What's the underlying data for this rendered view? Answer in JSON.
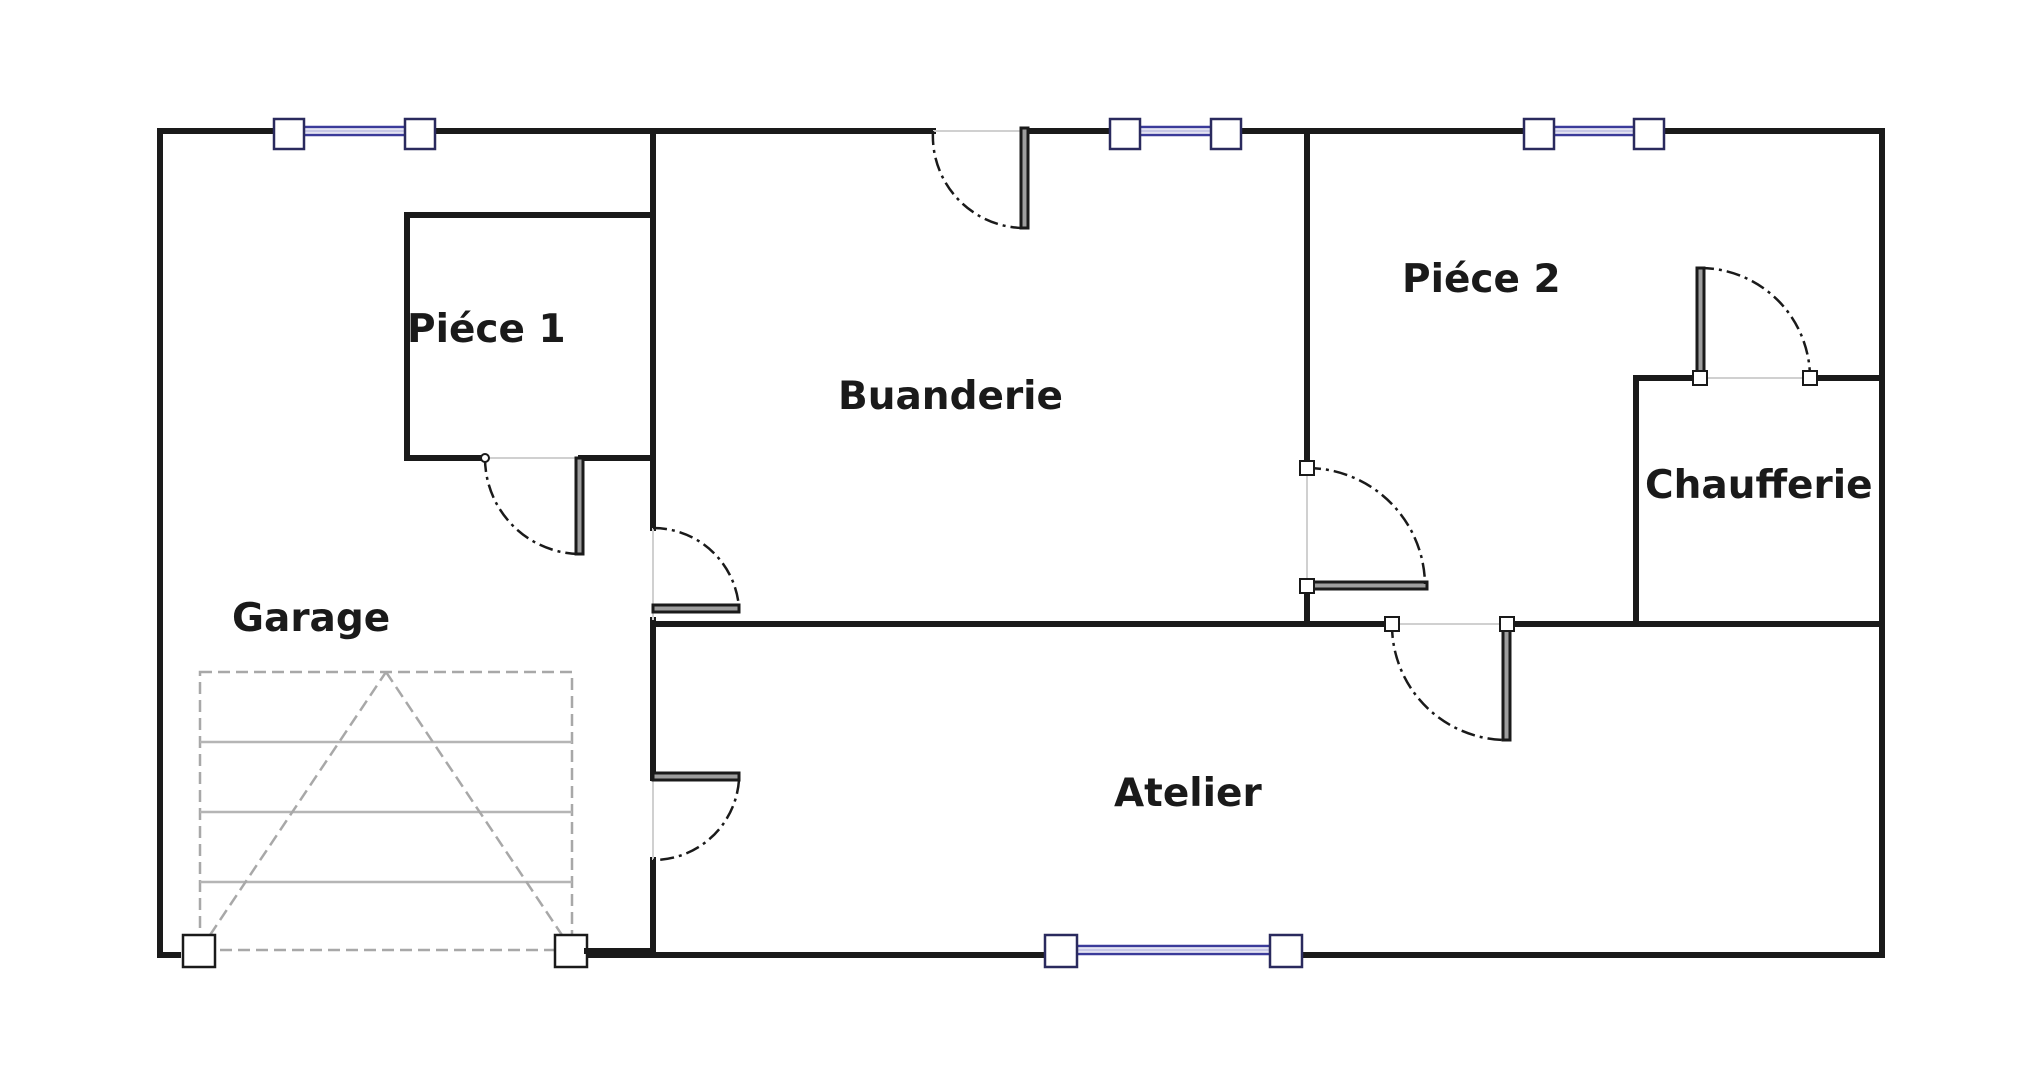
{
  "floor_plan": {
    "rooms": {
      "piece1": "Piéce 1",
      "buanderie": "Buanderie",
      "piece2": "Piéce 2",
      "chaufferie": "Chaufferie",
      "garage": "Garage",
      "atelier": "Atelier"
    },
    "colors": {
      "wall": "#1a1a1a",
      "window_frame": "#3b3b9a",
      "door_leaf": "#9e9e9e",
      "garage_door_ghost": "#a8a8a8",
      "background": "#ffffff"
    }
  }
}
